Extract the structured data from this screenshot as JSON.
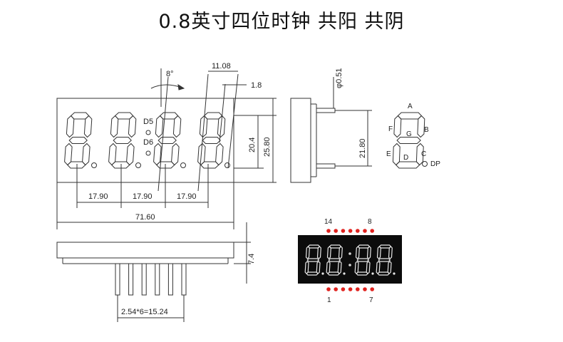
{
  "title": "0.8英寸四位时钟 共阳 共阴",
  "front_view": {
    "angle": "8°",
    "digit_width": "11.08",
    "seg_width": "1.8",
    "digit_height": "20.4",
    "body_height": "25.80",
    "pitch": [
      "17.90",
      "17.90",
      "17.90"
    ],
    "total_width": "71.60",
    "colon_labels": [
      "D5",
      "D6"
    ]
  },
  "side_view": {
    "pin_dia": "φ0.51",
    "pin_span": "21.80"
  },
  "segment_map": {
    "labels": [
      "A",
      "B",
      "C",
      "D",
      "E",
      "F",
      "G",
      "DP"
    ]
  },
  "bottom_view": {
    "depth": "7.4",
    "pin_pitch": "2.54*6=15.24"
  },
  "photo": {
    "pin_top_left": "14",
    "pin_top_right": "8",
    "pin_bottom_left": "1",
    "pin_bottom_right": "7"
  }
}
